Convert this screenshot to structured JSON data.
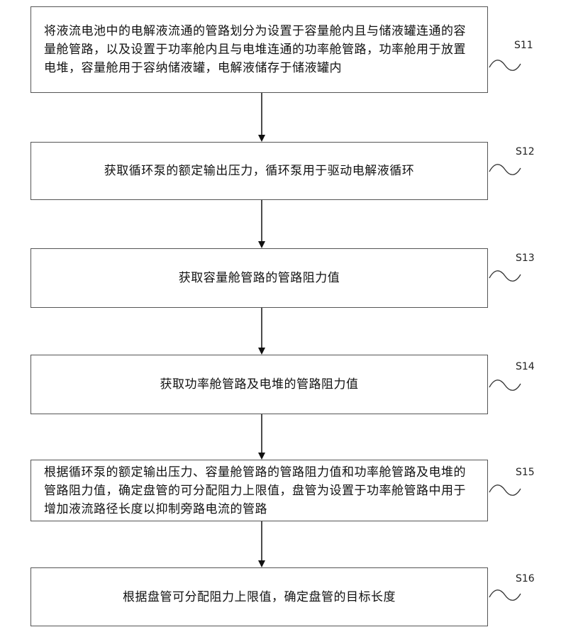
{
  "steps": [
    {
      "id": "S11",
      "text": "将液流电池中的电解液流通的管路划分为设置于容量舱内且与储液罐连通的容量舱管路，以及设置于功率舱内且与电堆连通的功率舱管路，功率舱用于放置电堆，容量舱用于容纳储液罐，电解液储存于储液罐内"
    },
    {
      "id": "S12",
      "text": "获取循环泵的额定输出压力，循环泵用于驱动电解液循环"
    },
    {
      "id": "S13",
      "text": "获取容量舱管路的管路阻力值"
    },
    {
      "id": "S14",
      "text": "获取功率舱管路及电堆的管路阻力值"
    },
    {
      "id": "S15",
      "text": "根据循环泵的额定输出压力、容量舱管路的管路阻力值和功率舱管路及电堆的管路阻力值，确定盘管的可分配阻力上限值，盘管为设置于功率舱管路中用于增加液流路径长度以抑制旁路电流的管路"
    },
    {
      "id": "S16",
      "text": "根据盘管可分配阻力上限值，确定盘管的目标长度"
    }
  ]
}
